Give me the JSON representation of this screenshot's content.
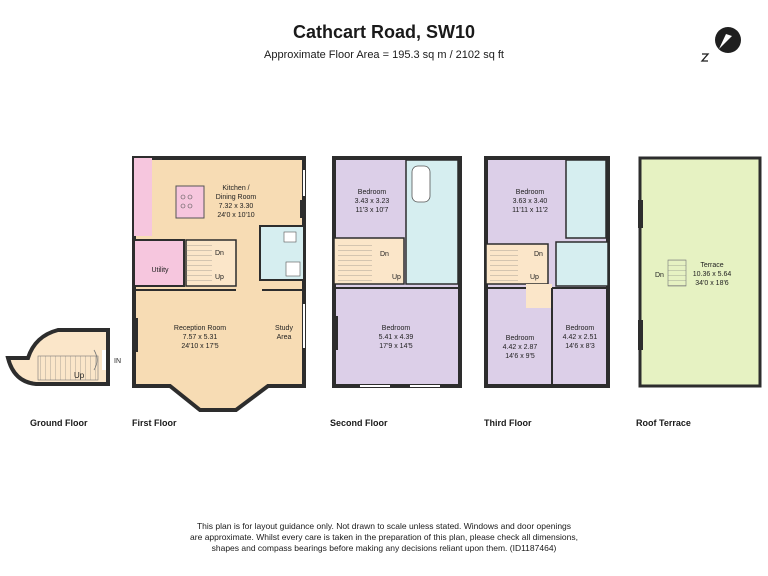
{
  "header": {
    "title": "Cathcart Road, SW10",
    "area": "Approximate Floor Area = 195.3 sq m / 2102 sq ft"
  },
  "floors": {
    "ground": "Ground Floor",
    "first": "First Floor",
    "second": "Second Floor",
    "third": "Third Floor",
    "roof": "Roof Terrace"
  },
  "rooms": {
    "kitchen": {
      "l1": "Kitchen /",
      "l2": "Dining Room",
      "l3": "7.32 x 3.30",
      "l4": "24'0 x 10'10"
    },
    "reception": {
      "l1": "Reception Room",
      "l2": "7.57 x 5.31",
      "l3": "24'10 x 17'5"
    },
    "study": {
      "l1": "Study",
      "l2": "Area"
    },
    "utility": "Utility",
    "bed2a": {
      "l1": "Bedroom",
      "l2": "3.43 x 3.23",
      "l3": "11'3 x 10'7"
    },
    "bed2b": {
      "l1": "Bedroom",
      "l2": "5.41 x 4.39",
      "l3": "17'9 x 14'5"
    },
    "bed3a": {
      "l1": "Bedroom",
      "l2": "3.63 x 3.40",
      "l3": "11'11 x 11'2"
    },
    "bed3b": {
      "l1": "Bedroom",
      "l2": "4.42 x 2.87",
      "l3": "14'6 x 9'5"
    },
    "bed3c": {
      "l1": "Bedroom",
      "l2": "4.42 x 2.51",
      "l3": "14'6 x 8'3"
    },
    "terrace": {
      "l1": "Terrace",
      "l2": "10.36 x 5.64",
      "l3": "34'0 x 18'6"
    }
  },
  "stairs": {
    "up": "Up",
    "dn": "Dn",
    "in": "IN"
  },
  "disclaimer": [
    "This plan is for layout guidance only. Not drawn to scale unless stated. Windows and door openings",
    "are approximate. Whilst every care is taken in the preparation of this plan, please check all dimensions,",
    "shapes and compass bearings before making any decisions reliant upon them. (ID1187464)"
  ],
  "colors": {
    "reception": "#f7dcb4",
    "bedroom": "#dccfe8",
    "bathroom": "#d6eef0",
    "utility": "#f6c6de",
    "terrace": "#e6f2c2",
    "hall": "#fbe3c4",
    "wall": "#2d2d2d"
  },
  "compass": {
    "icon": "compass-north-icon"
  }
}
